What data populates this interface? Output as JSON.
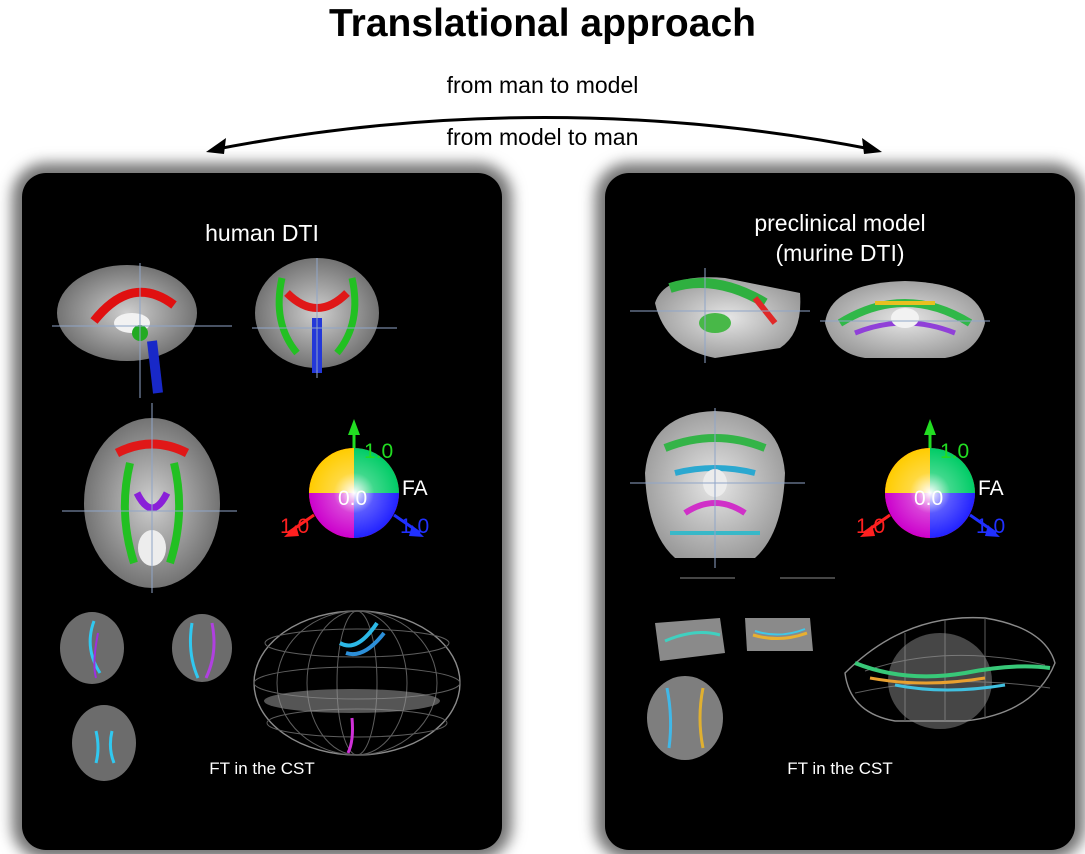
{
  "title": "Translational approach",
  "top_caption": "from man to model",
  "bottom_caption": "from model to man",
  "human_panel": {
    "title": "human DTI",
    "footer": "FT in the CST",
    "colorwheel": {
      "top": "1.0",
      "center": "0.0",
      "fa": "FA",
      "left": "1.0",
      "right": "1.0"
    }
  },
  "model_panel": {
    "title_line1": "preclinical model",
    "title_line2": "(murine DTI)",
    "footer": "FT in the CST",
    "colorwheel": {
      "top": "1.0",
      "center": "0.0",
      "fa": "FA",
      "left": "1.0",
      "right": "1.0"
    }
  },
  "colors": {
    "green": "#22dd22",
    "red": "#ff2020",
    "blue": "#2030ff"
  }
}
